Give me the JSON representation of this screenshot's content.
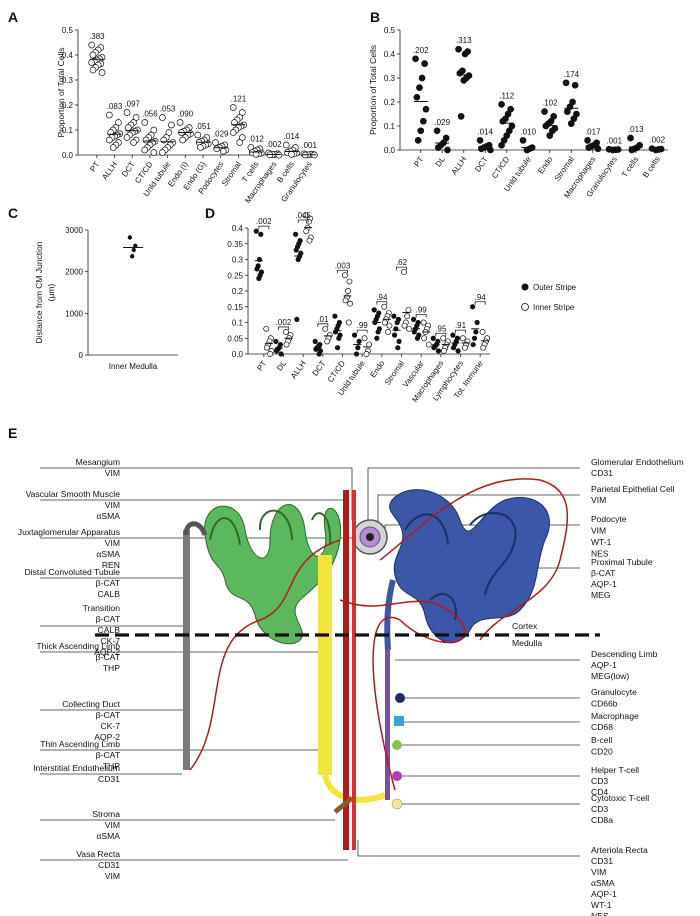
{
  "panel_labels": {
    "A": "A",
    "B": "B",
    "C": "C",
    "D": "D",
    "E": "E"
  },
  "chart_data": [
    {
      "panel": "A",
      "type": "scatter",
      "ylabel": "Proportion of Total Cells",
      "ylim": [
        0,
        0.5
      ],
      "yticks": [
        "0.0",
        "0.1",
        "0.2",
        "0.3",
        "0.4",
        "0.5"
      ],
      "marker": "open",
      "categories": [
        "PT",
        "ALLH",
        "DCT",
        "CT/CD",
        "Unld tubule",
        "Endo (I)",
        "Endo (G)",
        "Podocytes",
        "Stromal",
        "T cells",
        "Macrophages",
        "B cells",
        "Granulocytes"
      ],
      "means": [
        0.383,
        0.083,
        0.097,
        0.056,
        0.053,
        0.09,
        0.051,
        0.029,
        0.121,
        0.012,
        0.002,
        0.014,
        0.001
      ],
      "mean_labels": [
        ".383",
        ".083",
        ".097",
        ".056",
        ".053",
        ".090",
        ".051",
        ".029",
        ".121",
        ".012",
        ".002",
        ".014",
        ".001"
      ],
      "points": [
        [
          0.44,
          0.43,
          0.42,
          0.41,
          0.4,
          0.39,
          0.385,
          0.38,
          0.375,
          0.37,
          0.365,
          0.36,
          0.35,
          0.34,
          0.33
        ],
        [
          0.16,
          0.13,
          0.11,
          0.1,
          0.09,
          0.085,
          0.08,
          0.075,
          0.07,
          0.06,
          0.05,
          0.04,
          0.03
        ],
        [
          0.17,
          0.15,
          0.13,
          0.12,
          0.11,
          0.1,
          0.095,
          0.09,
          0.08,
          0.07,
          0.06,
          0.05
        ],
        [
          0.13,
          0.1,
          0.08,
          0.07,
          0.06,
          0.055,
          0.05,
          0.04,
          0.03,
          0.02,
          0.01
        ],
        [
          0.15,
          0.12,
          0.09,
          0.07,
          0.06,
          0.05,
          0.04,
          0.03,
          0.02,
          0.01
        ],
        [
          0.13,
          0.11,
          0.1,
          0.095,
          0.09,
          0.085,
          0.08,
          0.07,
          0.06
        ],
        [
          0.08,
          0.07,
          0.06,
          0.055,
          0.05,
          0.045,
          0.04,
          0.035,
          0.03
        ],
        [
          0.05,
          0.04,
          0.035,
          0.03,
          0.025,
          0.02,
          0.015
        ],
        [
          0.19,
          0.17,
          0.15,
          0.14,
          0.13,
          0.12,
          0.115,
          0.11,
          0.1,
          0.09,
          0.07,
          0.05
        ],
        [
          0.03,
          0.025,
          0.02,
          0.015,
          0.01,
          0.008,
          0.005,
          0.003
        ],
        [
          0.008,
          0.005,
          0.003,
          0.002,
          0.001,
          0.0
        ],
        [
          0.04,
          0.03,
          0.02,
          0.015,
          0.01,
          0.008,
          0.005,
          0.003
        ],
        [
          0.005,
          0.003,
          0.002,
          0.001,
          0.0,
          0.0
        ]
      ]
    },
    {
      "panel": "B",
      "type": "scatter",
      "ylabel": "Proportion of Total Cells",
      "ylim": [
        0,
        0.5
      ],
      "yticks": [
        "0.0",
        "0.1",
        "0.2",
        "0.3",
        "0.4",
        "0.5"
      ],
      "marker": "filled",
      "categories": [
        "PT",
        "DL",
        "ALLH",
        "DCT",
        "CT/CD",
        "Unld tubule",
        "Endo",
        "Stromal",
        "Macrophages",
        "Granulocytes",
        "T cells",
        "B cells"
      ],
      "means": [
        0.202,
        0.029,
        0.313,
        0.014,
        0.112,
        0.01,
        0.102,
        0.174,
        0.017,
        0.001,
        0.013,
        0.002
      ],
      "mean_labels": [
        ".202",
        ".029",
        ".313",
        ".014",
        ".112",
        ".010",
        ".102",
        ".174",
        ".017",
        ".001",
        ".013",
        ".002"
      ],
      "points": [
        [
          0.38,
          0.36,
          0.3,
          0.26,
          0.22,
          0.17,
          0.12,
          0.08,
          0.04
        ],
        [
          0.08,
          0.05,
          0.03,
          0.02,
          0.01,
          0.0
        ],
        [
          0.42,
          0.41,
          0.4,
          0.33,
          0.32,
          0.31,
          0.3,
          0.29,
          0.14
        ],
        [
          0.04,
          0.02,
          0.015,
          0.01,
          0.005,
          0.0
        ],
        [
          0.19,
          0.17,
          0.15,
          0.13,
          0.12,
          0.1,
          0.08,
          0.06,
          0.04,
          0.02
        ],
        [
          0.04,
          0.01,
          0.005,
          0.0
        ],
        [
          0.16,
          0.14,
          0.12,
          0.11,
          0.1,
          0.09,
          0.08,
          0.06
        ],
        [
          0.28,
          0.27,
          0.2,
          0.18,
          0.16,
          0.15,
          0.13,
          0.11
        ],
        [
          0.04,
          0.03,
          0.02,
          0.015,
          0.01,
          0.005
        ],
        [
          0.003,
          0.002,
          0.001,
          0.0
        ],
        [
          0.05,
          0.02,
          0.01,
          0.005,
          0.0
        ],
        [
          0.006,
          0.004,
          0.002,
          0.0
        ]
      ]
    },
    {
      "panel": "C",
      "type": "scatter",
      "ylabel": "Distance from CM Junction (μm)",
      "ylim": [
        0,
        3000
      ],
      "yticks": [
        "0",
        "1000",
        "2000",
        "3000"
      ],
      "marker": "filled",
      "categories": [
        "Inner Medulla"
      ],
      "means": [
        2580
      ],
      "points": [
        [
          2820,
          2620,
          2520,
          2370
        ]
      ]
    },
    {
      "panel": "D",
      "type": "scatter",
      "ylim": [
        0,
        0.4
      ],
      "yticks": [
        "0.0",
        "0.05",
        "0.1",
        "0.15",
        "0.2",
        "0.25",
        "0.3",
        "0.35",
        "0.4"
      ],
      "categories": [
        "PT",
        "DL",
        "ALLH",
        "DCT",
        "CT/CD",
        "Unld tubule",
        "Endo",
        "Stromal",
        "Vascular",
        "Macrophages",
        "Lymphocytes",
        "Tot. Immune"
      ],
      "legend": {
        "outer": "Outer Stripe",
        "inner": "Inner Stripe"
      },
      "legend_position": "right",
      "pvalues": [
        ".002",
        ".002",
        ".045",
        ".01",
        ".003",
        ".99",
        ".94",
        ".62",
        ".99",
        ".95",
        ".91",
        ".94"
      ],
      "series": [
        {
          "name": "Outer Stripe",
          "marker": "filled",
          "values": [
            [
              0.39,
              0.38,
              0.3,
              0.28,
              0.27,
              0.26,
              0.25,
              0.24
            ],
            [
              0.04,
              0.03,
              0.02,
              0.015,
              0.01,
              0.0
            ],
            [
              0.38,
              0.36,
              0.35,
              0.34,
              0.33,
              0.32,
              0.31,
              0.3,
              0.11
            ],
            [
              0.04,
              0.03,
              0.025,
              0.02,
              0.015,
              0.01,
              0.0
            ],
            [
              0.12,
              0.1,
              0.09,
              0.08,
              0.07,
              0.06,
              0.05,
              0.02
            ],
            [
              0.06,
              0.04,
              0.02,
              0.0
            ],
            [
              0.14,
              0.13,
              0.12,
              0.11,
              0.1,
              0.08,
              0.07,
              0.05
            ],
            [
              0.12,
              0.11,
              0.1,
              0.08,
              0.06,
              0.04,
              0.02
            ],
            [
              0.11,
              0.1,
              0.09,
              0.08,
              0.07,
              0.06,
              0.05
            ],
            [
              0.05,
              0.04,
              0.03,
              0.025,
              0.02,
              0.01
            ],
            [
              0.06,
              0.05,
              0.04,
              0.03,
              0.02,
              0.01
            ],
            [
              0.15,
              0.1,
              0.07,
              0.05,
              0.03
            ]
          ]
        },
        {
          "name": "Inner Stripe",
          "marker": "open",
          "values": [
            [
              0.08,
              0.05,
              0.04,
              0.03,
              0.02,
              0.01,
              0.0
            ],
            [
              0.07,
              0.06,
              0.05,
              0.04,
              0.03
            ],
            [
              0.44,
              0.43,
              0.42,
              0.4,
              0.39,
              0.37,
              0.36
            ],
            [
              0.08,
              0.06,
              0.05,
              0.04
            ],
            [
              0.25,
              0.23,
              0.2,
              0.18,
              0.17,
              0.16,
              0.1
            ],
            [
              0.05,
              0.03,
              0.01,
              0.0
            ],
            [
              0.15,
              0.13,
              0.12,
              0.11,
              0.1,
              0.09,
              0.07
            ],
            [
              0.26,
              0.14,
              0.12,
              0.1,
              0.09,
              0.08
            ],
            [
              0.1,
              0.09,
              0.08,
              0.07,
              0.05,
              0.03
            ],
            [
              0.05,
              0.04,
              0.03,
              0.02,
              0.01
            ],
            [
              0.05,
              0.04,
              0.03,
              0.02
            ],
            [
              0.07,
              0.05,
              0.04,
              0.03,
              0.02
            ]
          ]
        }
      ]
    }
  ],
  "diagram": {
    "cortex_label": "Cortex",
    "medulla_label": "Medulla",
    "left_labels": [
      [
        "Mesangium",
        "VIM"
      ],
      [
        "Vascular Smooth Muscle",
        "VIM",
        "αSMA"
      ],
      [
        "Juxtaglomerular Apparatus",
        "VIM",
        "αSMA",
        "REN"
      ],
      [
        "Distal Convoluted Tubule",
        "β-CAT",
        "CALB"
      ],
      [
        "Transition",
        "β-CAT",
        "CALB",
        "CK-7",
        "AQP-2"
      ],
      [
        "Thick Ascending Limb",
        "β-CAT",
        "THP"
      ],
      [
        "Collecting Duct",
        "β-CAT",
        "CK-7",
        "AQP-2"
      ],
      [
        "Thin Ascending Limb",
        "β-CAT",
        "THP"
      ],
      [
        "Interstitial Endothelium",
        "CD31"
      ],
      [
        "Stroma",
        "VIM",
        "αSMA"
      ],
      [
        "Vasa Recta",
        "CD31",
        "VIM"
      ]
    ],
    "right_labels": [
      [
        "Glomerular Endothelium",
        "CD31"
      ],
      [
        "Parietal Epithelial Cell",
        "VIM"
      ],
      [
        "Podocyte",
        "VIM",
        "WT-1",
        "NES"
      ],
      [
        "Proximal Tubule",
        "β-CAT",
        "AQP-1",
        "MEG"
      ],
      [
        "Descending Limb",
        "AQP-1",
        "MEG(low)"
      ],
      [
        "Granulocyte",
        "CD66b"
      ],
      [
        "Macrophage",
        "CD68"
      ],
      [
        "B-cell",
        "CD20"
      ],
      [
        "Helper T-cell",
        "CD3",
        "CD4"
      ],
      [
        "Cytotoxic T-cell",
        "CD3",
        "CD8a"
      ],
      [
        "Arteriola Recta",
        "CD31",
        "VIM",
        "αSMA",
        "AQP-1",
        "WT-1",
        "NES"
      ]
    ],
    "colors": {
      "distal_tubule": "#5cb85c",
      "proximal_tubule": "#3a57a8",
      "collecting_duct": "#7a7a7a",
      "thick_limb": "#f2e53b",
      "vessel": "#b31b1b",
      "descending_limb": "#7b4fa3",
      "granulocyte": "#1b2a6b",
      "macrophage": "#3aa0d8",
      "b_cell": "#8bc34a",
      "helper_t": "#b03ab8",
      "cytotoxic_t": "#f3e6a0"
    }
  }
}
